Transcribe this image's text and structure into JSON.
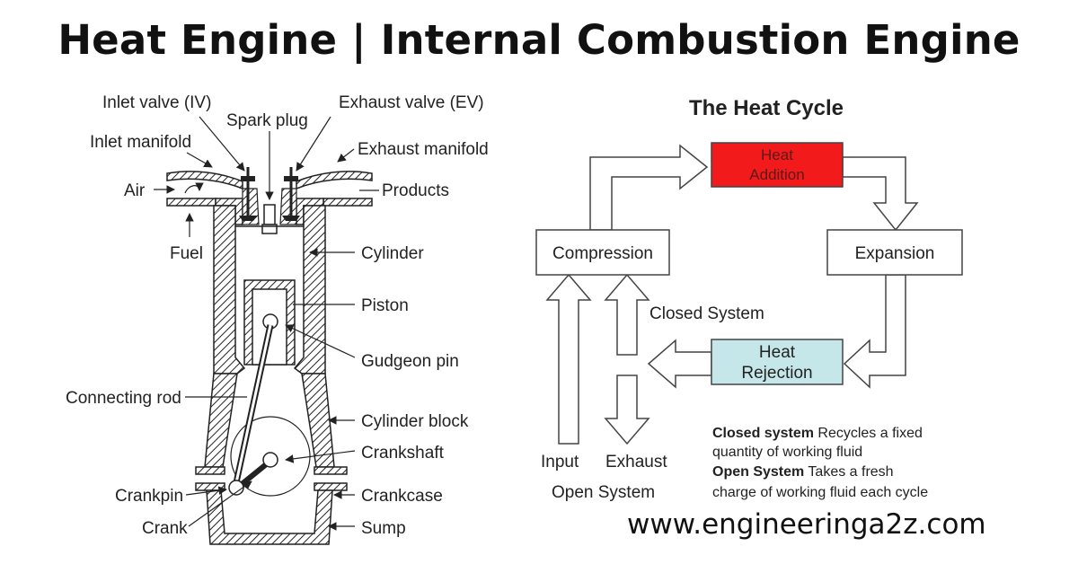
{
  "header": {
    "title": "Heat Engine | Internal Combustion Engine"
  },
  "engine_labels": {
    "inlet_valve": "Inlet valve (IV)",
    "spark_plug": "Spark plug",
    "exhaust_valve": "Exhaust valve (EV)",
    "inlet_manifold": "Inlet manifold",
    "exhaust_manifold": "Exhaust manifold",
    "air": "Air",
    "products": "Products",
    "fuel": "Fuel",
    "cylinder": "Cylinder",
    "piston": "Piston",
    "gudgeon_pin": "Gudgeon pin",
    "connecting_rod": "Connecting rod",
    "cylinder_block": "Cylinder block",
    "crankshaft": "Crankshaft",
    "crankpin": "Crankpin",
    "crankcase": "Crankcase",
    "crank": "Crank",
    "sump": "Sump"
  },
  "heat_cycle": {
    "title": "The Heat Cycle",
    "heat_addition_line1": "Heat",
    "heat_addition_line2": "Addition",
    "compression": "Compression",
    "expansion": "Expansion",
    "heat_rejection_line1": "Heat",
    "heat_rejection_line2": "Rejection",
    "closed_system": "Closed System",
    "input": "Input",
    "exhaust": "Exhaust",
    "open_system": "Open System",
    "note_closed_bold": "Closed system",
    "note_closed_text": " Recycles a fixed",
    "note_closed_line2": "quantity of working fluid",
    "note_open_bold": "Open System",
    "note_open_text": " Takes a fresh",
    "note_open_line2": "charge of working fluid each cycle",
    "colors": {
      "heat_addition": "#f21a1a",
      "heat_rejection": "#c6e7ea"
    }
  },
  "footer": {
    "website": "www.engineeringa2z.com"
  }
}
